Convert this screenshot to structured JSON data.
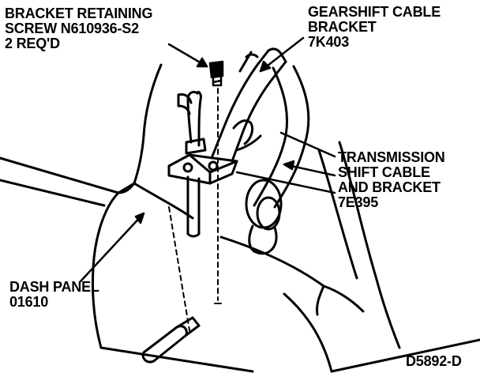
{
  "figure_id": "D5892-D",
  "labels": {
    "screw": {
      "line1": "BRACKET RETAINING",
      "line2": "SCREW N610936-S2",
      "line3": "2 REQ'D"
    },
    "gearshift": {
      "line1": "GEARSHIFT CABLE",
      "line2": "BRACKET",
      "line3": "7K403"
    },
    "transmission": {
      "line1": "TRANSMISSION",
      "line2": "SHIFT CABLE",
      "line3": "AND BRACKET",
      "line4": "7E395"
    },
    "dash": {
      "line1": "DASH PANEL",
      "line2": "01610"
    }
  },
  "colors": {
    "ink": "#000000",
    "paper": "#ffffff"
  }
}
